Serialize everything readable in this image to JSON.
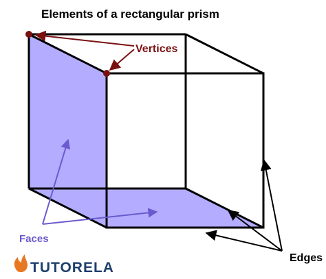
{
  "title": "Elements of a rectangular prism",
  "labels": {
    "vertices": "Vertices",
    "faces": "Faces",
    "edges": "Edges"
  },
  "brand": {
    "name": "TUTORELA"
  },
  "colors": {
    "face_fill": "#b3acff",
    "edge_stroke": "#000000",
    "vertex_dot": "#7a1010",
    "vertices_label": "#7a1010",
    "faces_label": "#6a5acd",
    "faces_arrow": "#6a5acd",
    "edges_label": "#000000",
    "brand": "#1f3f6d",
    "brand_flame": "#e87722"
  }
}
